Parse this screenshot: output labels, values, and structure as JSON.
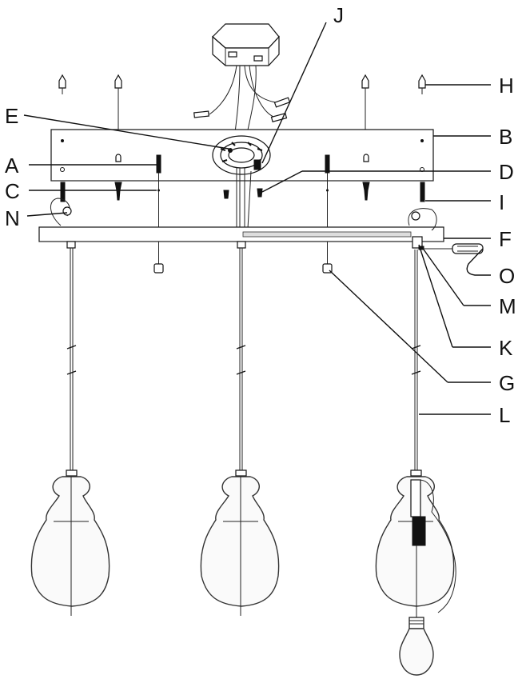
{
  "diagram": {
    "labels": {
      "A": "A",
      "B": "B",
      "C": "C",
      "D": "D",
      "E": "E",
      "F": "F",
      "G": "G",
      "H": "H",
      "I": "I",
      "J": "J",
      "K": "K",
      "L": "L",
      "M": "M",
      "N": "N",
      "O": "O"
    }
  }
}
